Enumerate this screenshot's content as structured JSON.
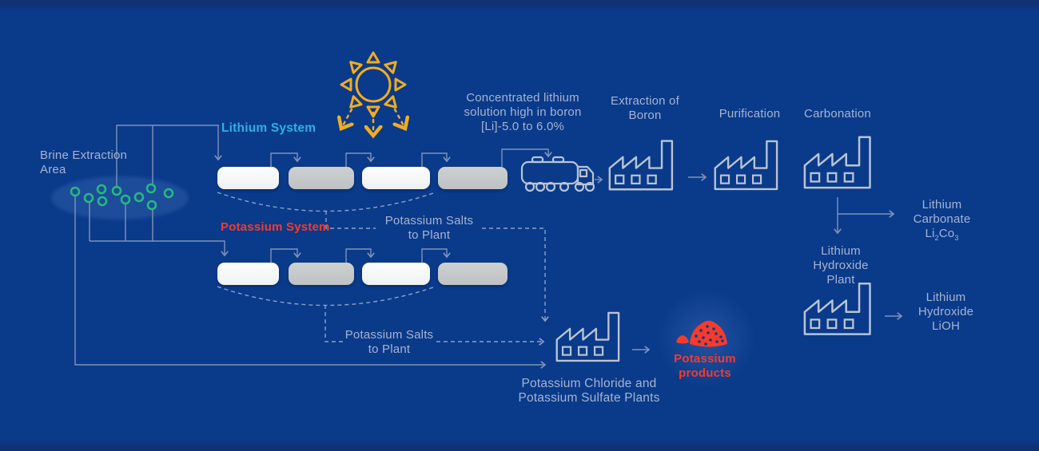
{
  "title": "Brine evaporation process diagram",
  "colors": {
    "background": "#0a3a8a",
    "edge_band": "#103273",
    "text": "#a6b4d1",
    "lithium_accent": "#29b2e3",
    "potassium_accent": "#f43b2c",
    "sun_gold": "#f2ac1f",
    "brine_teal": "#27b87e",
    "connector_line": "#7e93ba",
    "dashed_line": "#8ba1c6",
    "icon_stroke": "#b9c4d4",
    "pond_white": "#f4f6f7",
    "pond_gray": "#c3c6c8"
  },
  "brine": {
    "line1": "Brine Extraction",
    "line2": "Area"
  },
  "systems": {
    "lithium_label": "Lithium System",
    "potassium_label": "Potassium System"
  },
  "concentrated": {
    "line1": "Concentrated lithium",
    "line2": "solution high in boron",
    "line3": "[Li]-5.0 to 6.0%"
  },
  "stages": {
    "extraction_line1": "Extraction of",
    "extraction_line2": "Boron",
    "purification": "Purification",
    "carbonation": "Carbonation"
  },
  "carbonate": {
    "line1": "Lithium",
    "line2": "Carbonate",
    "formula_li": "Li",
    "formula_sub2": "2",
    "formula_co": "Co",
    "formula_sub3": "3"
  },
  "hydroxide_plant": {
    "line1": "Lithium",
    "line2": "Hydroxide",
    "line3": "Plant"
  },
  "hydroxide_product": {
    "line1": "Lithium",
    "line2": "Hydroxide",
    "line3": "LiOH"
  },
  "salts": {
    "line1": "Potassium Salts",
    "line2": "to Plant"
  },
  "potassium_plants": {
    "line1": "Potassium Chloride and",
    "line2": "Potassium Sulfate Plants"
  },
  "potassium_products": {
    "line1": "Potassium",
    "line2": "products"
  },
  "icons": [
    "sun-icon",
    "tanker-truck-icon",
    "factory-icon",
    "brine-bubbles-icon",
    "potassium-pile-icon"
  ]
}
